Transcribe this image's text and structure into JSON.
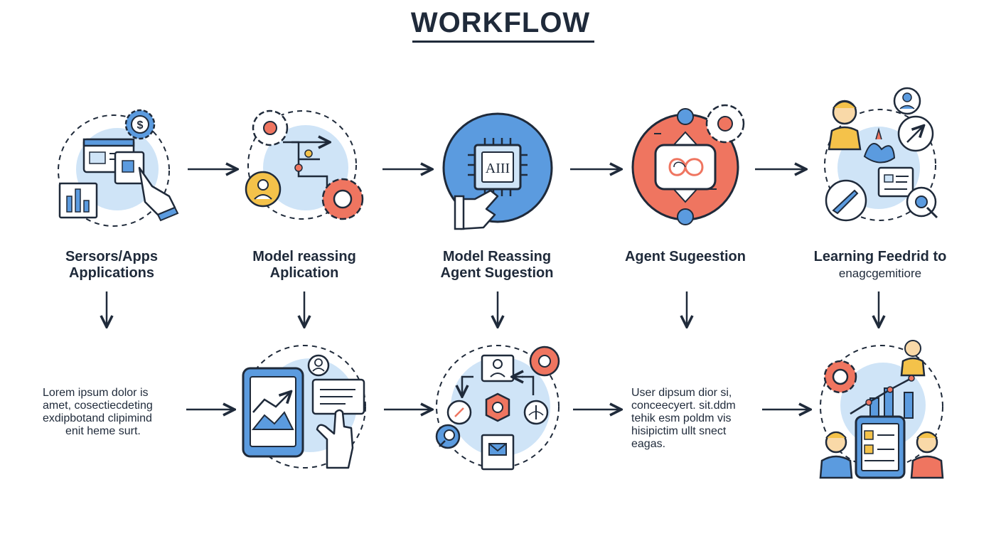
{
  "title": "WORKFLOW",
  "steps": [
    {
      "line1": "Sersors/Apps",
      "line2": "Applications"
    },
    {
      "line1": "Model reassing",
      "line2": "Aplication"
    },
    {
      "line1": "Model Reassing",
      "line2": "Agent Sugestion"
    },
    {
      "line1": "Agent Sugeestion",
      "line2": ""
    },
    {
      "line1": "Learning Feedrid to",
      "line2": "enagcgemitiore"
    }
  ],
  "chip_label": "AIII",
  "descriptions": {
    "left": [
      "Lorem ipsum dolor  is",
      "amet, cosectiecdeting",
      "exdipbotand clipimind",
      "enit heme surt."
    ],
    "right": [
      "User dipsum dior si,",
      "conceecyert. sit.ddm",
      "tehik esm poldm vis",
      "hisipictim ullt snect",
      "eagas."
    ]
  },
  "colors": {
    "navy": "#1f2a3a",
    "blue": "#5b9bdf",
    "light_blue": "#cfe4f7",
    "coral": "#ef7560",
    "yellow": "#f4c24a"
  }
}
